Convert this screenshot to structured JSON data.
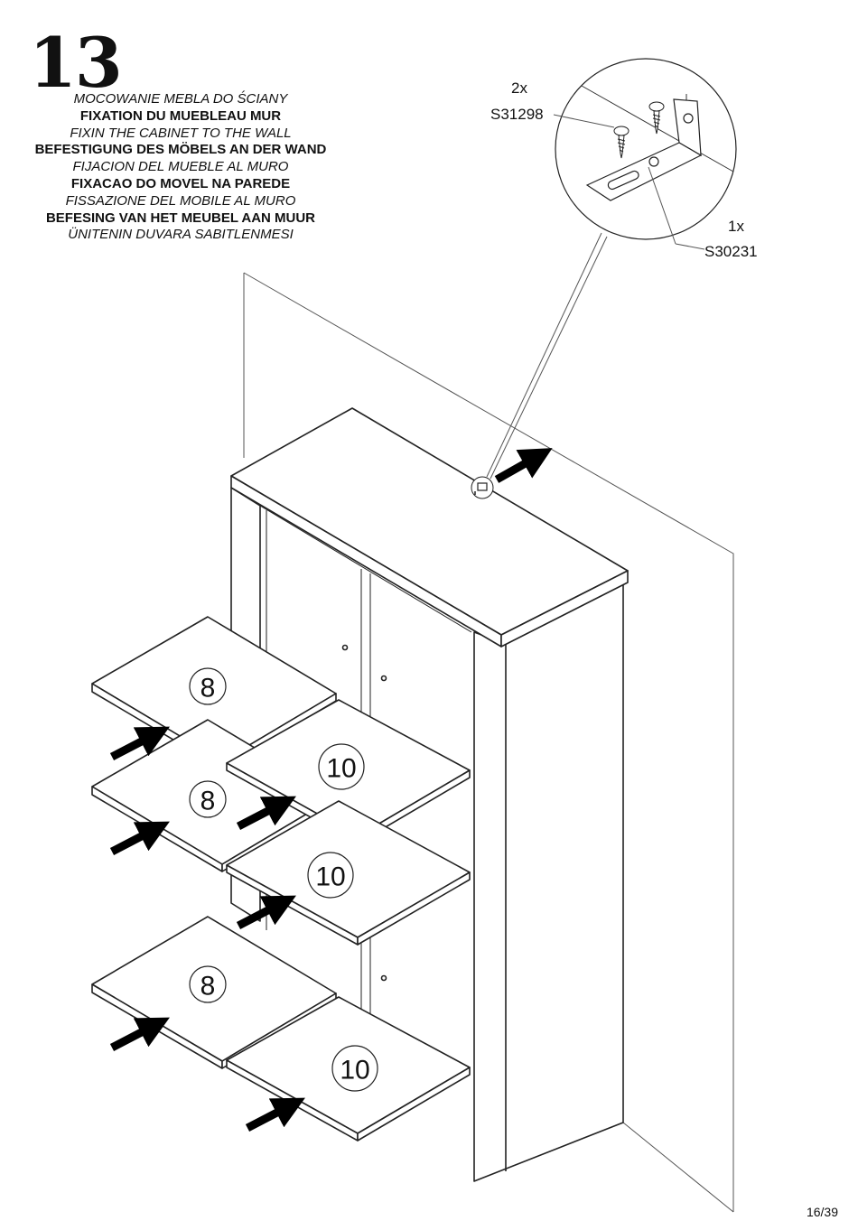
{
  "step": "13",
  "titles": [
    {
      "text": "MOCOWANIE MEBLA DO ŚCIANY",
      "style": "italic"
    },
    {
      "text": "FIXATION DU MUEBLEAU MUR",
      "style": "bold"
    },
    {
      "text": "FIXIN THE CABINET TO THE WALL",
      "style": "italic"
    },
    {
      "text": "BEFESTIGUNG DES MÖBELS AN DER WAND",
      "style": "bold"
    },
    {
      "text": "FIJACION DEL MUEBLE AL MURO",
      "style": "italic"
    },
    {
      "text": "FIXACAO DO MOVEL NA PAREDE",
      "style": "bold"
    },
    {
      "text": "FISSAZIONE DEL MOBILE AL MURO",
      "style": "italic"
    },
    {
      "text": "BEFESING VAN HET MEUBEL AAN MUUR",
      "style": "bold"
    },
    {
      "text": "ÜNITENIN DUVARA SABITLENMESI",
      "style": "italic"
    }
  ],
  "parts": {
    "screw": {
      "qty": "2x",
      "code": "S31298"
    },
    "bracket": {
      "qty": "1x",
      "code": "S30231"
    }
  },
  "shelves": {
    "left": [
      "8",
      "8",
      "8"
    ],
    "right": [
      "10",
      "10",
      "10"
    ]
  },
  "page_number": "16/39"
}
